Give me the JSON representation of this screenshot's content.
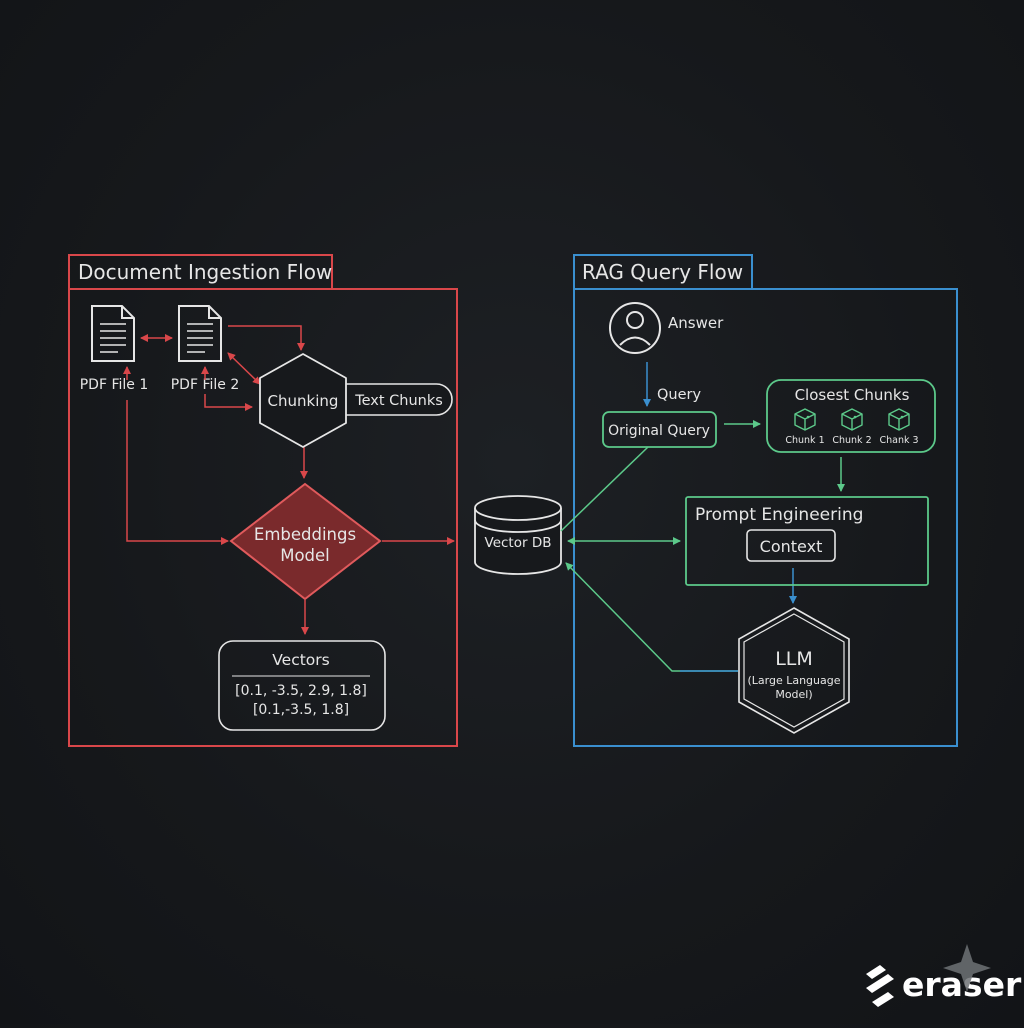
{
  "ingestion": {
    "title": "Document Ingestion Flow",
    "pdf1": "PDF File 1",
    "pdf2": "PDF File 2",
    "chunking": "Chunking",
    "text_chunks": "Text Chunks",
    "embeddings_line1": "Embeddings",
    "embeddings_line2": "Model",
    "vectors_title": "Vectors",
    "vector_row1": "[0.1, -3.5, 2.9, 1.8]",
    "vector_row2": "[0.1,-3.5, 1.8]"
  },
  "vector_db": {
    "label": "Vector DB"
  },
  "query": {
    "title": "RAG Query Flow",
    "user_label": "Answer",
    "query_label": "Query",
    "original_query": "Original Query",
    "closest_chunks": "Closest Chunks",
    "chunks": [
      "Chunk 1",
      "Chunk 2",
      "Chank 3"
    ],
    "prompt_engineering": "Prompt Engineering",
    "context": "Context",
    "llm": "LLM",
    "llm_sub_line1": "(Large Language",
    "llm_sub_line2": "Model)"
  },
  "brand": {
    "name": "eraser"
  },
  "colors": {
    "ingestion": "#d9474a",
    "query_blue": "#3a8fcf",
    "query_green": "#5cc98a",
    "neutral": "#e6e6e6",
    "embeddings_fill": "#7a2a2c"
  }
}
